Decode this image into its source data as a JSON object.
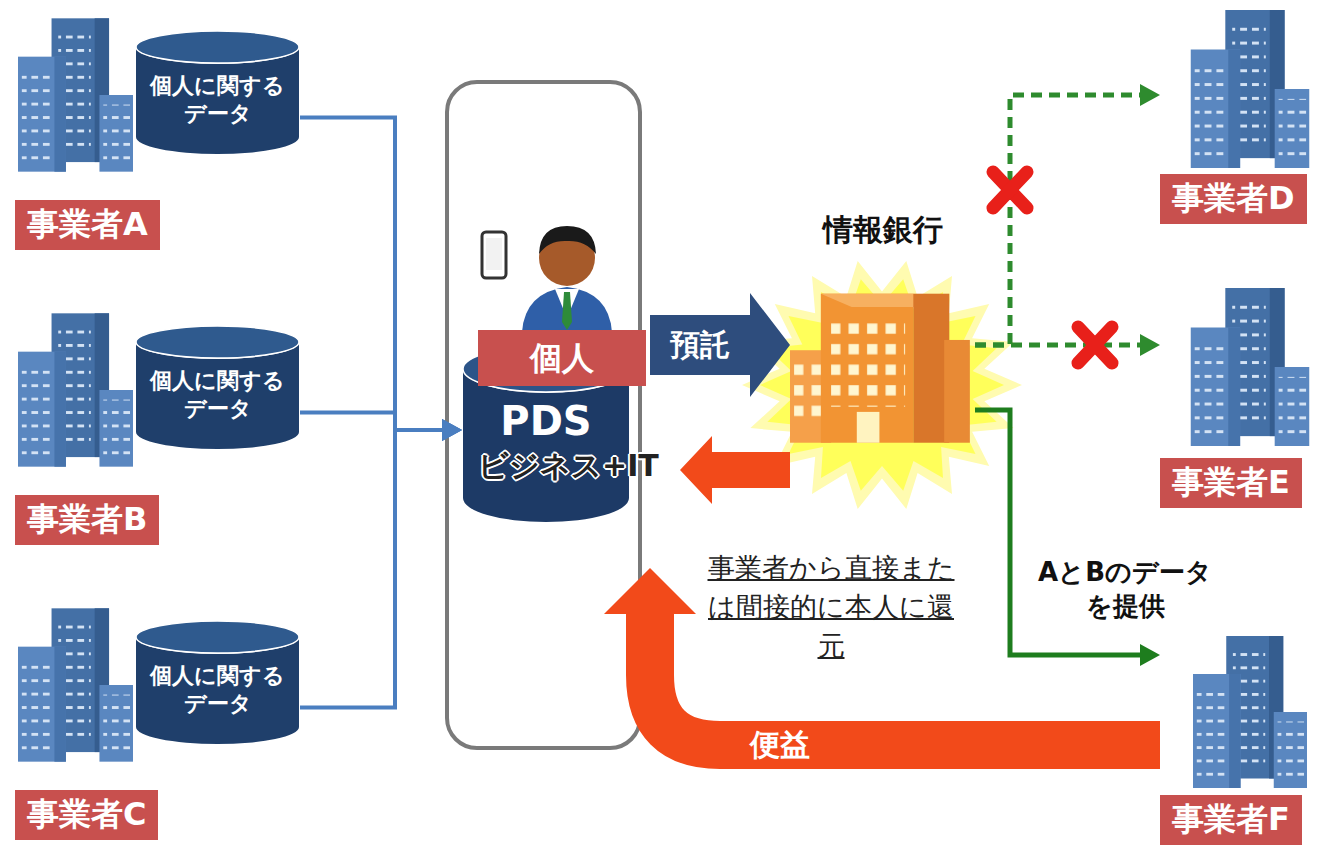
{
  "diagram": {
    "nodes": [
      {
        "text": [
          "事業者A"
        ]
      },
      {
        "text": [
          "個人に関するデータ"
        ],
        "in": 0
      },
      {
        "text": [
          "事業者B"
        ]
      },
      {
        "text": [
          "個人に関するデータ"
        ],
        "in": 2
      },
      {
        "text": [
          "事業者C"
        ]
      },
      {
        "text": [
          "個人に関するデータ"
        ],
        "in": 4
      },
      {
        "text": [
          "個人"
        ]
      },
      {
        "text": [
          "PDS"
        ]
      },
      {
        "text": [
          "情報銀行"
        ]
      },
      {
        "text": [
          "事業者D"
        ]
      },
      {
        "text": [
          "事業者E"
        ]
      },
      {
        "text": [
          "事業者F"
        ]
      }
    ],
    "edges": [
      {
        "from": 1,
        "to": 7,
        "arrow": "to"
      },
      {
        "from": 3,
        "to": 7,
        "arrow": "to"
      },
      {
        "from": 5,
        "to": 7,
        "arrow": "to"
      },
      {
        "from": 7,
        "to": 8,
        "label": "預託",
        "arrow": "to"
      },
      {
        "from": 8,
        "to": 7,
        "arrow": "to"
      },
      {
        "from": 8,
        "to": 9,
        "arrow": "to"
      },
      {
        "from": 8,
        "to": 10,
        "arrow": "to"
      },
      {
        "from": 8,
        "to": 11,
        "label": "AとBのデータを提供",
        "arrow": "to"
      },
      {
        "from": 11,
        "to": 7,
        "label": "便益",
        "arrow": "to"
      }
    ],
    "labels": [
      "事業者から直接または間接的に本人に還元",
      "ビジネス+IT"
    ]
  }
}
